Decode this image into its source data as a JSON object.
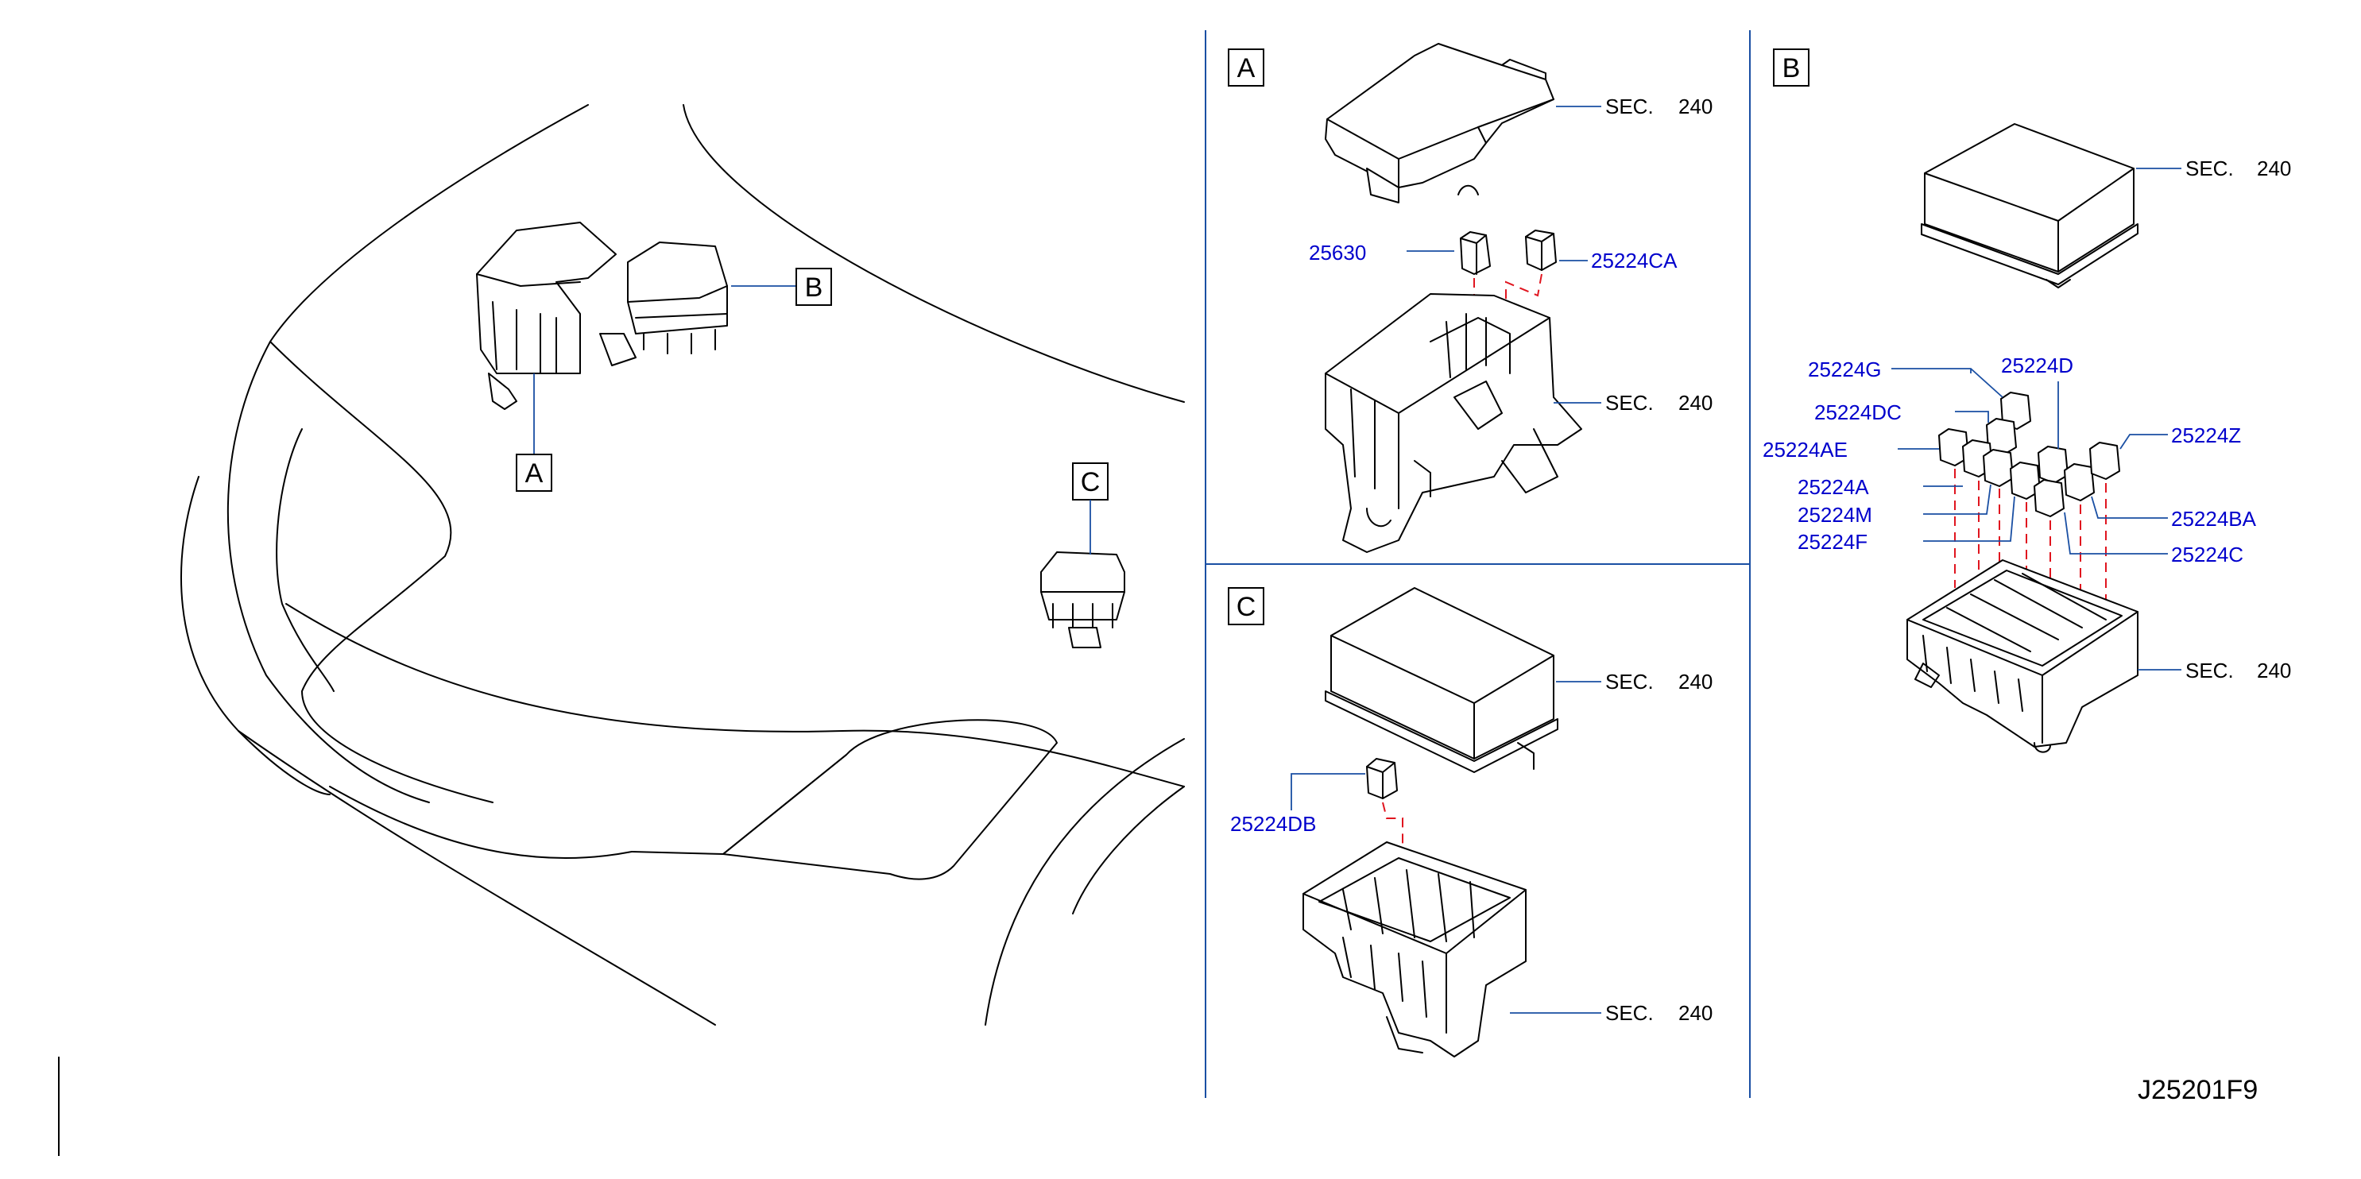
{
  "colors": {
    "part_number": "#0000cc",
    "sec_number": "#7a1fd6",
    "leader": "#1a4fa3",
    "dash": "#e0151f"
  },
  "overview": {
    "label_a": "A",
    "label_b": "B",
    "label_c": "C"
  },
  "panel_a": {
    "box_label": "A",
    "sec_top": {
      "text": "SEC.",
      "num": "240"
    },
    "sec_base": {
      "text": "SEC.",
      "num": "240"
    },
    "part_left": "25630",
    "part_right": "25224CA"
  },
  "panel_c": {
    "box_label": "C",
    "sec_top": {
      "text": "SEC.",
      "num": "240"
    },
    "sec_base": {
      "text": "SEC.",
      "num": "240"
    },
    "part": "25224DB"
  },
  "panel_b": {
    "box_label": "B",
    "sec_top": {
      "text": "SEC.",
      "num": "240"
    },
    "sec_base": {
      "text": "SEC.",
      "num": "240"
    },
    "parts": {
      "g": "25224G",
      "d": "25224D",
      "dc": "25224DC",
      "ae": "25224AE",
      "z": "25224Z",
      "a": "25224A",
      "m": "25224M",
      "f": "25224F",
      "ba": "25224BA",
      "c": "25224C"
    }
  },
  "diagram_code": "J25201F9"
}
